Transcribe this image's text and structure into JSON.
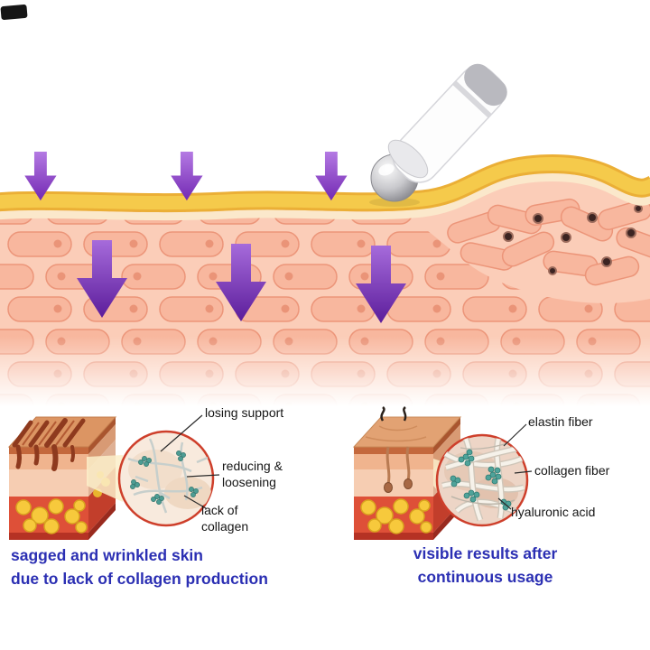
{
  "colors": {
    "epidermis_yellow": "#F2C340",
    "dermis_pink": "#FBCDB8",
    "cell_fill": "#F8B79E",
    "arrow_purple_light": "#A66BDB",
    "arrow_purple_dark": "#5C1D9B",
    "magnifier_rim_red": "#CE3F2B",
    "fiber_teal": "#4FA39A",
    "caption_blue": "#2B2FB3"
  },
  "left_panel": {
    "labels": {
      "losing_support": "losing support",
      "reducing_loosening": "reducing &\nloosening",
      "lack_of_collagen": "lack of\ncollagen"
    },
    "caption": "sagged and wrinkled skin\ndue to lack of collagen production"
  },
  "right_panel": {
    "labels": {
      "elastin_fiber": "elastin fiber",
      "collagen_fiber": "collagen fiber",
      "hyaluronic_acid": "hyaluronic acid"
    },
    "caption": "visible results after\ncontinuous usage"
  }
}
